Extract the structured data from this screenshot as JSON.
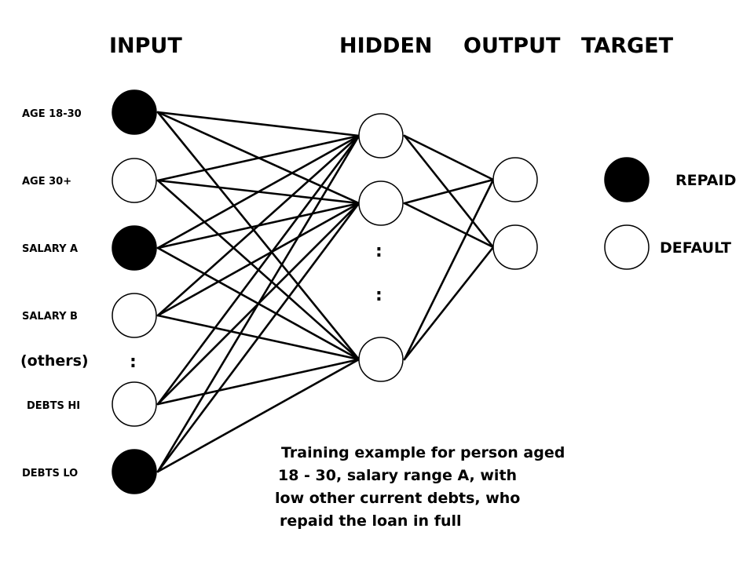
{
  "headers": {
    "input": "INPUT",
    "hidden": "HIDDEN",
    "output": "OUTPUT",
    "target": "TARGET"
  },
  "input_nodes": [
    {
      "label": "AGE 18-30",
      "filled": true
    },
    {
      "label": "AGE 30+",
      "filled": false
    },
    {
      "label": "SALARY A",
      "filled": true
    },
    {
      "label": "SALARY B",
      "filled": false
    },
    {
      "label": "DEBTS HI",
      "filled": false
    },
    {
      "label": "DEBTS LO",
      "filled": true
    }
  ],
  "others_label": "(others)",
  "ellipsis": ":",
  "targets": [
    {
      "label": "REPAID",
      "filled": true
    },
    {
      "label": "DEFAULT",
      "filled": false
    }
  ],
  "caption_lines": [
    "Training example for person aged",
    "18 - 30, salary range A, with",
    "low other current debts, who",
    "repaid the loan in full"
  ],
  "colors": {
    "filled": "#000000",
    "empty": "#ffffff",
    "stroke": "#000000"
  }
}
